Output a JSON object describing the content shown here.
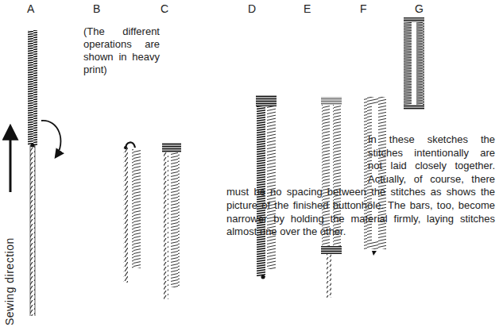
{
  "diagram": {
    "labels": [
      "A",
      "B",
      "C",
      "D",
      "E",
      "F",
      "G",
      "(The different operations are shown in heavy print)",
      "In these sketches the stitches intentionally are not laid closely together. Actually, of course, there must be no spacing between the stitches as shows the picture of the finished buttonhole. The bars, too, become narrower by holding the material firmly, laying stitches almost one over the other.",
      "Sewing direction"
    ]
  }
}
